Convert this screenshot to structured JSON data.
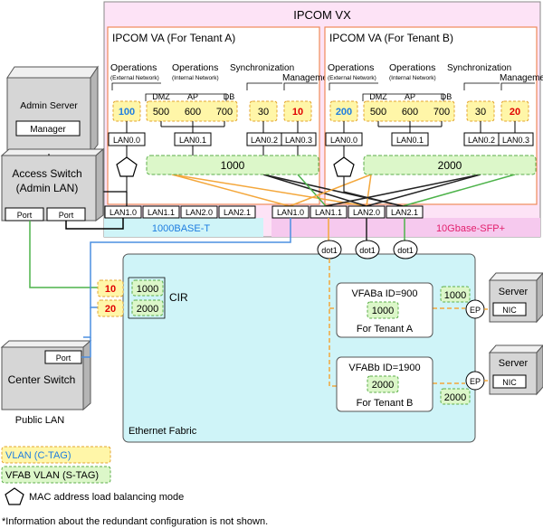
{
  "ipcom_vx": {
    "title": "IPCOM VX",
    "tenant_a": {
      "title": "IPCOM VA (For Tenant A)",
      "col_ops_ext": "Operations",
      "col_ops_ext_sub": "(External Network)",
      "col_ops_int": "Operations",
      "col_ops_int_sub": "(Internal Network)",
      "col_sync": "Synchronization",
      "col_mgmt": "Management",
      "sub_dmz": "DMZ",
      "sub_ap": "AP",
      "sub_db": "DB",
      "vlans": [
        "100",
        "500",
        "600",
        "700",
        "30",
        "10"
      ],
      "lans": [
        "LAN0.0",
        "LAN0.1",
        "LAN0.2",
        "LAN0.3"
      ],
      "fabric_vlan": "1000"
    },
    "tenant_b": {
      "title": "IPCOM VA (For Tenant B)",
      "col_ops_ext": "Operations",
      "col_ops_ext_sub": "(External Network)",
      "col_ops_int": "Operations",
      "col_ops_int_sub": "(Internal Network)",
      "col_sync": "Synchronization",
      "col_mgmt": "Management",
      "sub_dmz": "DMZ",
      "sub_ap": "AP",
      "sub_db": "DB",
      "vlans": [
        "200",
        "500",
        "600",
        "700",
        "30",
        "20"
      ],
      "lans": [
        "LAN0.0",
        "LAN0.1",
        "LAN0.2",
        "LAN0.3"
      ],
      "fabric_vlan": "2000"
    },
    "physical_ports": [
      "LAN1.0",
      "LAN1.1",
      "LAN2.0",
      "LAN2.1",
      "LAN1.0",
      "LAN1.1",
      "LAN2.0",
      "LAN2.1"
    ],
    "label_1000base": "1000BASE-T",
    "label_10gbase": "10Gbase-SFP+"
  },
  "admin_server": {
    "title": "Admin Server",
    "manager": "Manager"
  },
  "access_switch": {
    "title_line1": "Access Switch",
    "title_line2": "(Admin LAN)",
    "port1": "Port",
    "port2": "Port"
  },
  "center_switch": {
    "title": "Center Switch",
    "port": "Port",
    "caption": "Public LAN"
  },
  "fabric": {
    "label": "Ethernet Fabric",
    "dot1": [
      "dot1",
      "dot1",
      "dot1"
    ],
    "cir_label": "CIR",
    "cir_rows": [
      {
        "ctag": "10",
        "stag": "1000"
      },
      {
        "ctag": "20",
        "stag": "2000"
      }
    ],
    "vfab_a": {
      "title": "VFABa ID=900",
      "vlan": "1000",
      "tenant": "For Tenant A"
    },
    "vfab_b": {
      "title": "VFABb ID=1900",
      "vlan": "2000",
      "tenant": "For Tenant B"
    },
    "ep_a": "EP",
    "ep_b": "EP",
    "ep_a_vlan": "1000",
    "ep_b_vlan": "2000"
  },
  "servers": [
    {
      "title": "Server",
      "nic": "NIC"
    },
    {
      "title": "Server",
      "nic": "NIC"
    }
  ],
  "legend": {
    "vlan_ctag": "VLAN (C-TAG)",
    "vfab_stag": "VFAB VLAN (S-TAG)",
    "lb_mode": "MAC address load balancing mode"
  },
  "footnote": "*Information about the redundant configuration is not shown.",
  "colors": {
    "vx_bg": "#fde3f6",
    "va_border": "#ef8a5a",
    "fabric_bg": "#cff4f8",
    "ctag_fill": "#fff6a8",
    "ctag_border": "#e3a531",
    "stag_fill": "#dcf7c9",
    "stag_border": "#5cae4a",
    "orange_line": "#f4a73b",
    "green_line": "#4db34a",
    "blue_line": "#4c8fe0",
    "black_line": "#222222",
    "blue_text": "#1e7de0",
    "red_text": "#e00000"
  }
}
